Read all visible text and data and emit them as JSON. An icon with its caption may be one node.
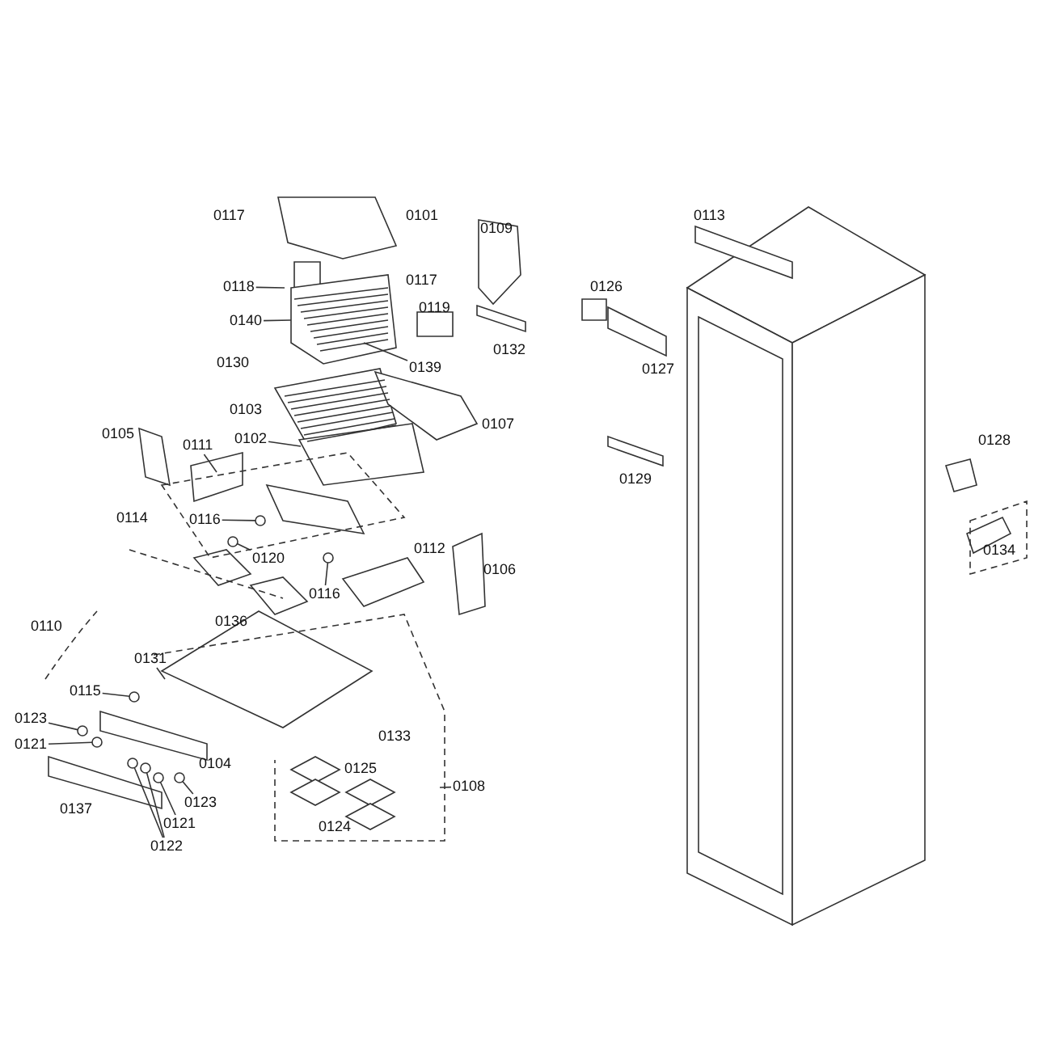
{
  "diagram": {
    "nodes": [
      {
        "text": [
          "0118"
        ]
      },
      {
        "text": [
          "0140"
        ]
      },
      {
        "text": [
          "0139"
        ]
      },
      {
        "text": [
          "0102"
        ]
      },
      {
        "text": [
          "0111"
        ]
      },
      {
        "text": [
          "0116"
        ]
      },
      {
        "text": [
          "0120"
        ]
      },
      {
        "text": [
          "0116"
        ]
      },
      {
        "text": [
          "0115"
        ]
      },
      {
        "text": [
          "0123"
        ]
      },
      {
        "text": [
          "0121"
        ]
      },
      {
        "text": [
          "0123"
        ]
      },
      {
        "text": [
          "0121"
        ]
      },
      {
        "text": [
          "0122"
        ]
      },
      {
        "text": [
          "0108"
        ]
      },
      {
        "text": [
          "0131"
        ]
      },
      {
        "text": [],
        "shape": "circle"
      },
      {
        "text": [],
        "shape": "circle"
      },
      {
        "text": [],
        "shape": "circle"
      },
      {
        "text": [],
        "shape": "circle"
      },
      {
        "text": [],
        "shape": "circle"
      },
      {
        "text": [],
        "shape": "circle"
      },
      {
        "text": [],
        "shape": "circle"
      },
      {
        "text": [],
        "shape": "circle"
      },
      {
        "text": [],
        "shape": "circle"
      },
      {
        "text": [],
        "shape": "circle"
      }
    ],
    "edges": [
      {
        "from": 0,
        "to": null,
        "arrow": "none"
      },
      {
        "from": 1,
        "to": null,
        "arrow": "none"
      },
      {
        "from": 2,
        "to": null,
        "arrow": "none"
      },
      {
        "from": 3,
        "to": null,
        "arrow": "none"
      },
      {
        "from": 4,
        "to": null,
        "arrow": "none"
      },
      {
        "from": 5,
        "to": 16,
        "arrow": "none"
      },
      {
        "from": 6,
        "to": 17,
        "arrow": "none"
      },
      {
        "from": 7,
        "to": 18,
        "arrow": "none"
      },
      {
        "from": 8,
        "to": 19,
        "arrow": "none"
      },
      {
        "from": 9,
        "to": 20,
        "arrow": "none"
      },
      {
        "from": 10,
        "to": 21,
        "arrow": "none"
      },
      {
        "from": 11,
        "to": 22,
        "arrow": "none"
      },
      {
        "from": 12,
        "to": 23,
        "arrow": "none"
      },
      {
        "from": 13,
        "to": 24,
        "arrow": "none"
      },
      {
        "from": 13,
        "to": 25,
        "arrow": "none"
      },
      {
        "from": 14,
        "to": null,
        "arrow": "none"
      },
      {
        "from": 15,
        "to": null,
        "arrow": "none"
      }
    ],
    "labels": [
      "0117",
      "0101",
      "0109",
      "0113",
      "0117",
      "0126",
      "0119",
      "0132",
      "0130",
      "0127",
      "0103",
      "0107",
      "0105",
      "0128",
      "0114",
      "0112",
      "0106",
      "0134",
      "0136",
      "0110",
      "0104",
      "0133",
      "0125",
      "0137",
      "0124",
      "0129"
    ]
  }
}
